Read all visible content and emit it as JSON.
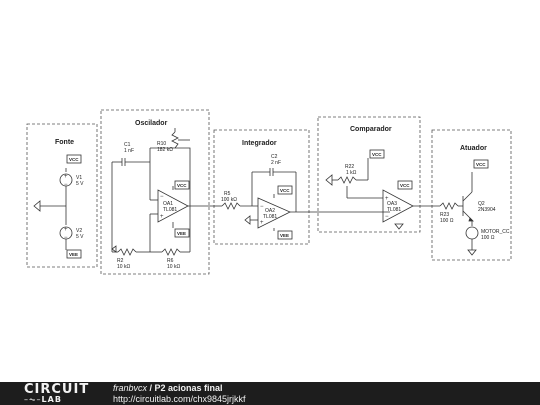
{
  "blocks": {
    "fonte": "Fonte",
    "oscilador": "Oscilador",
    "integrador": "Integrador",
    "comparador": "Comparador",
    "atuador": "Atuador"
  },
  "components": {
    "v1": {
      "name": "V1",
      "value": "5 V"
    },
    "v2": {
      "name": "V2",
      "value": "5 V"
    },
    "c1": {
      "name": "C1",
      "value": "1 nF"
    },
    "r10": {
      "name": "R10",
      "value": "182 kΩ"
    },
    "oa1": {
      "name": "OA1",
      "part": "TL081"
    },
    "r2": {
      "name": "R2",
      "value": "10 kΩ"
    },
    "r6": {
      "name": "R6",
      "value": "10 kΩ"
    },
    "r5": {
      "name": "R5",
      "value": "100 kΩ"
    },
    "c2": {
      "name": "C2",
      "value": "2 nF"
    },
    "oa2": {
      "name": "OA2",
      "part": "TL081"
    },
    "r22": {
      "name": "R22",
      "value": "1 kΩ"
    },
    "oa3": {
      "name": "OA3",
      "part": "TL081"
    },
    "r23": {
      "name": "R23",
      "value": "100 Ω"
    },
    "q2": {
      "name": "Q2",
      "part": "2N3904"
    },
    "motor": {
      "name": "MOTOR_CC",
      "value": "100 Ω"
    }
  },
  "rails": {
    "vcc": "VCC",
    "vee": "VEE"
  },
  "footer": {
    "logo_top": "CIRCUIT",
    "logo_bottom": "LAB",
    "author": "franbvcx",
    "separator": " / ",
    "project": "P2 acionas final",
    "url": "http://circuitlab.com/chx9845jrjkkf"
  }
}
